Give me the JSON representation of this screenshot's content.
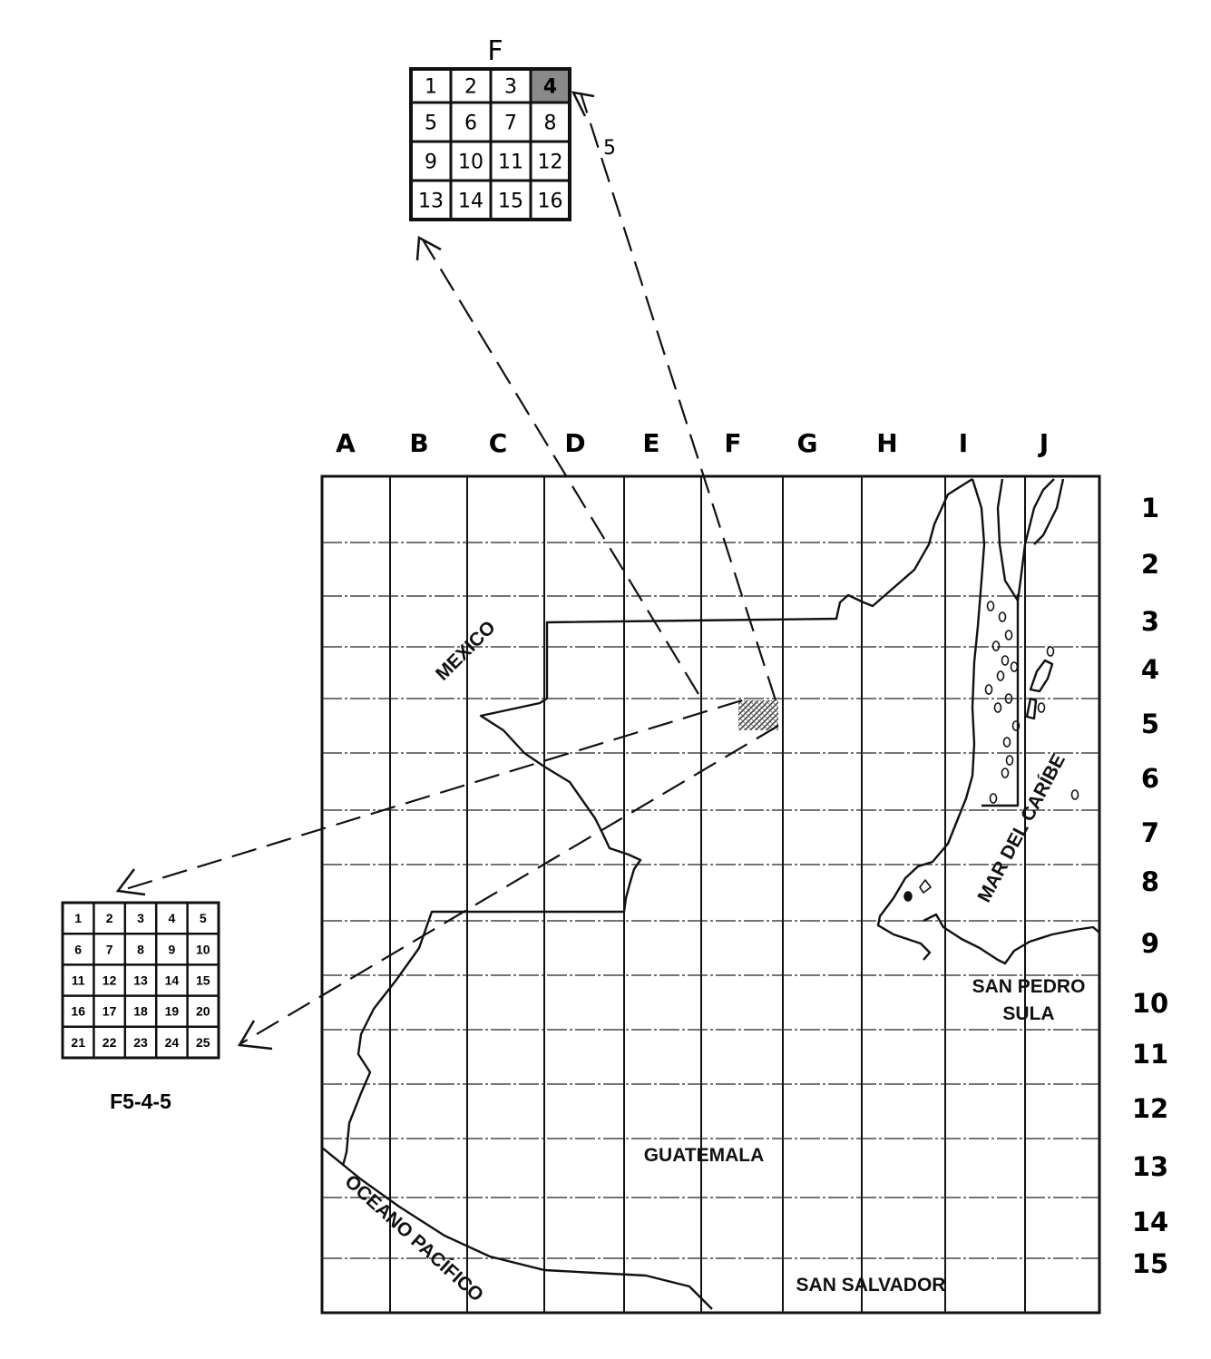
{
  "inset_top": {
    "letter": "F",
    "cells": [
      "1",
      "2",
      "3",
      "4",
      "5",
      "6",
      "7",
      "8",
      "9",
      "10",
      "11",
      "12",
      "13",
      "14",
      "15",
      "16"
    ],
    "highlighted": "4",
    "pointer_label": "5"
  },
  "inset_left": {
    "cells": [
      "1",
      "2",
      "3",
      "4",
      "5",
      "6",
      "7",
      "8",
      "9",
      "10",
      "11",
      "12",
      "13",
      "14",
      "15",
      "16",
      "17",
      "18",
      "19",
      "20",
      "21",
      "22",
      "23",
      "24",
      "25"
    ],
    "code": "F5-4-5"
  },
  "grid": {
    "columns": [
      "A",
      "B",
      "C",
      "D",
      "E",
      "F",
      "G",
      "H",
      "I",
      "J"
    ],
    "rows": [
      "1",
      "2",
      "3",
      "4",
      "5",
      "6",
      "7",
      "8",
      "9",
      "10",
      "11",
      "12",
      "13",
      "14",
      "15"
    ]
  },
  "labels": {
    "mexico": "MEXICO",
    "guatemala": "GUATEMALA",
    "ocean": "OCEANO PACÍFICO",
    "sea": "MAR DEL CARÍBE",
    "san_pedro_1": "SAN PEDRO",
    "san_pedro_2": "SULA",
    "san_salvador": "SAN SALVADOR"
  },
  "colors": {
    "ink": "#111111",
    "highlight": "#8a8a8a"
  }
}
